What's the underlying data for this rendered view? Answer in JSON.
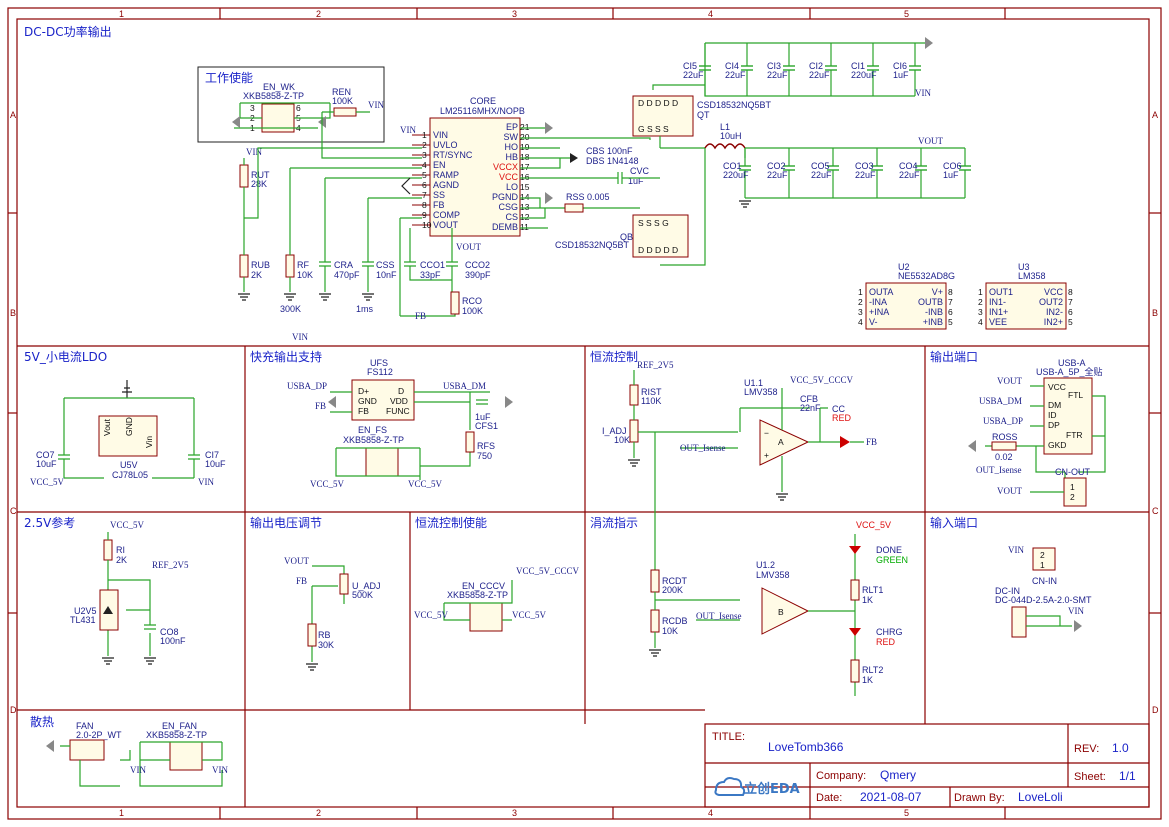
{
  "ruler": {
    "cols": [
      "1",
      "2",
      "3",
      "4",
      "5"
    ],
    "rows": [
      "A",
      "B",
      "C",
      "D"
    ]
  },
  "sections": {
    "dcdc": "DC-DC功率输出",
    "enable": "工作使能",
    "ldo": "5V_小电流LDO",
    "fast": "快充输出支持",
    "cc": "恒流控制",
    "out": "输出端口",
    "ref": "2.5V参考",
    "vadj": "输出电压调节",
    "ccen": "恒流控制使能",
    "trickle": "涓流指示",
    "in": "输入端口",
    "fan": "散热"
  },
  "core": {
    "ref": "CORE",
    "part": "LM25116MHX/NOPB",
    "left_pins": [
      {
        "n": "1",
        "name": "VIN"
      },
      {
        "n": "2",
        "name": "UVLO"
      },
      {
        "n": "3",
        "name": "RT/SYNC"
      },
      {
        "n": "4",
        "name": "EN"
      },
      {
        "n": "5",
        "name": "RAMP"
      },
      {
        "n": "6",
        "name": "AGND"
      },
      {
        "n": "7",
        "name": "SS"
      },
      {
        "n": "8",
        "name": "FB"
      },
      {
        "n": "9",
        "name": "COMP"
      },
      {
        "n": "10",
        "name": "VOUT"
      }
    ],
    "right_pins": [
      {
        "n": "21",
        "name": "EP"
      },
      {
        "n": "20",
        "name": "SW"
      },
      {
        "n": "19",
        "name": "HO"
      },
      {
        "n": "18",
        "name": "HB"
      },
      {
        "n": "17",
        "name": "VCCX"
      },
      {
        "n": "16",
        "name": "VCC"
      },
      {
        "n": "15",
        "name": "LO"
      },
      {
        "n": "14",
        "name": "PGND"
      },
      {
        "n": "13",
        "name": "CSG"
      },
      {
        "n": "12",
        "name": "CS"
      },
      {
        "n": "11",
        "name": "DEMB"
      }
    ]
  },
  "en_wk": {
    "ref": "EN_WK",
    "part": "XKB5858-Z-TP",
    "pins": [
      "3",
      "2",
      "1",
      "6",
      "5",
      "4"
    ]
  },
  "ren": {
    "ref": "REN",
    "val": "100K",
    "net": "VIN"
  },
  "rut": {
    "ref": "RUT",
    "val": "28K"
  },
  "rub": {
    "ref": "RUB",
    "val": "2K"
  },
  "rf": {
    "ref": "RF",
    "val": "10K",
    "extra": "300K"
  },
  "cra": {
    "ref": "CRA",
    "val": "470pF"
  },
  "css": {
    "ref": "CSS",
    "val": "10nF",
    "extra": "1ms"
  },
  "cco1": {
    "ref": "CCO1",
    "val": "33pF"
  },
  "cco2": {
    "ref": "CCO2",
    "val": "390pF"
  },
  "rco": {
    "ref": "RCO",
    "val": "100K"
  },
  "cbs": {
    "ref": "CBS",
    "val": "100nF"
  },
  "dbs": {
    "ref": "DBS",
    "val": "1N4148"
  },
  "cvc": {
    "ref": "CVC",
    "val": "1uF"
  },
  "rss": {
    "ref": "RSS",
    "val": "0.005"
  },
  "qt": {
    "ref": "QT",
    "part": "CSD18532NQ5BT"
  },
  "qb": {
    "ref": "QB",
    "part": "CSD18532NQ5BT"
  },
  "l1": {
    "ref": "L1",
    "val": "10uH"
  },
  "cin": [
    {
      "ref": "CI5",
      "val": "22uF"
    },
    {
      "ref": "CI4",
      "val": "22uF"
    },
    {
      "ref": "CI3",
      "val": "22uF"
    },
    {
      "ref": "CI2",
      "val": "22uF"
    },
    {
      "ref": "CI1",
      "val": "220uF"
    },
    {
      "ref": "CI6",
      "val": "1uF"
    }
  ],
  "cout": [
    {
      "ref": "CO1",
      "val": "220uF"
    },
    {
      "ref": "CO2",
      "val": "22uF"
    },
    {
      "ref": "CO5",
      "val": "22uF"
    },
    {
      "ref": "CO3",
      "val": "22uF"
    },
    {
      "ref": "CO4",
      "val": "22uF"
    },
    {
      "ref": "CO6",
      "val": "1uF"
    }
  ],
  "u2": {
    "ref": "U2",
    "part": "NE5532AD8G",
    "left": [
      "OUTA",
      "-INA",
      "+INA",
      "V-"
    ],
    "right": [
      "V+",
      "OUTB",
      "-INB",
      "+INB"
    ]
  },
  "u3": {
    "ref": "U3",
    "part": "LM358",
    "left": [
      "OUT1",
      "IN1-",
      "IN1+",
      "VEE"
    ],
    "right": [
      "VCC",
      "OUT2",
      "IN2-",
      "IN2+"
    ]
  },
  "u5v": {
    "ref": "U5V",
    "part": "CJ78L05",
    "co7": "CO7",
    "co7v": "10uF",
    "ci7": "CI7",
    "ci7v": "10uF"
  },
  "ufs": {
    "ref": "UFS",
    "part": "FS112",
    "en": "EN_FS",
    "enpart": "XKB5858-Z-TP",
    "cfs": "CFS1",
    "cfsv": "1uF",
    "rfs": "RFS",
    "rfsv": "750"
  },
  "ccctl": {
    "rist": "RIST",
    "ristv": "110K",
    "iadj": "I_ADJ",
    "iadjv": "10K",
    "u": "U1.1",
    "upart": "LMV358",
    "cfb": "CFB",
    "cfbv": "22nF",
    "led": "CC",
    "ledc": "RED"
  },
  "usb": {
    "ref": "USB-A",
    "part": "USB-A_5P_全贴",
    "ross": "ROSS",
    "rossv": "0.02",
    "cn": "CN-OUT"
  },
  "ref25": {
    "ri": "RI",
    "riv": "2K",
    "u": "U2V5",
    "upart": "TL431",
    "co8": "CO8",
    "co8v": "100nF"
  },
  "vadj": {
    "u": "U_ADJ",
    "uv": "500K",
    "rb": "RB",
    "rbv": "30K"
  },
  "ccen": {
    "ref": "EN_CCCV",
    "part": "XKB5858-Z-TP"
  },
  "trickle": {
    "rcdt": "RCDT",
    "rcdtv": "200K",
    "rcdb": "RCDB",
    "rcdbv": "10K",
    "u": "U1.2",
    "upart": "LMV358",
    "done": "DONE",
    "donec": "GREEN",
    "rlt1": "RLT1",
    "rlt1v": "1K",
    "chrg": "CHRG",
    "chrgc": "RED",
    "rlt2": "RLT2",
    "rlt2v": "1K"
  },
  "input": {
    "cn": "CN-IN",
    "dc": "DC-IN",
    "dcpart": "DC-044D-2.5A-2.0-SMT"
  },
  "fan": {
    "ref": "FAN",
    "part": "2.0-2P_WT",
    "en": "EN_FAN",
    "enpart": "XKB5858-Z-TP"
  },
  "nets": {
    "vin": "VIN",
    "vout": "VOUT",
    "fb": "FB",
    "vcc5v": "VCC_5V",
    "ref2v5": "REF_2V5",
    "usbdp": "USBA_DP",
    "usbdm": "USBA_DM",
    "outisense": "OUT_Isense",
    "vcc5vcccv": "VCC_5V_CCCV"
  },
  "title_block": {
    "title_label": "TITLE:",
    "title": "LoveTomb366",
    "rev_label": "REV:",
    "rev": "1.0",
    "company_label": "Company:",
    "company": "Qmery",
    "sheet_label": "Sheet:",
    "sheet": "1/1",
    "date_label": "Date:",
    "date": "2021-08-07",
    "drawn_label": "Drawn By:",
    "drawn": "LoveLoli",
    "logo": "立创EDA"
  },
  "colors": {
    "frame": "#8b0000",
    "wire": "#2aa52a",
    "text": "#1a23c8",
    "red": "#dd1111"
  }
}
